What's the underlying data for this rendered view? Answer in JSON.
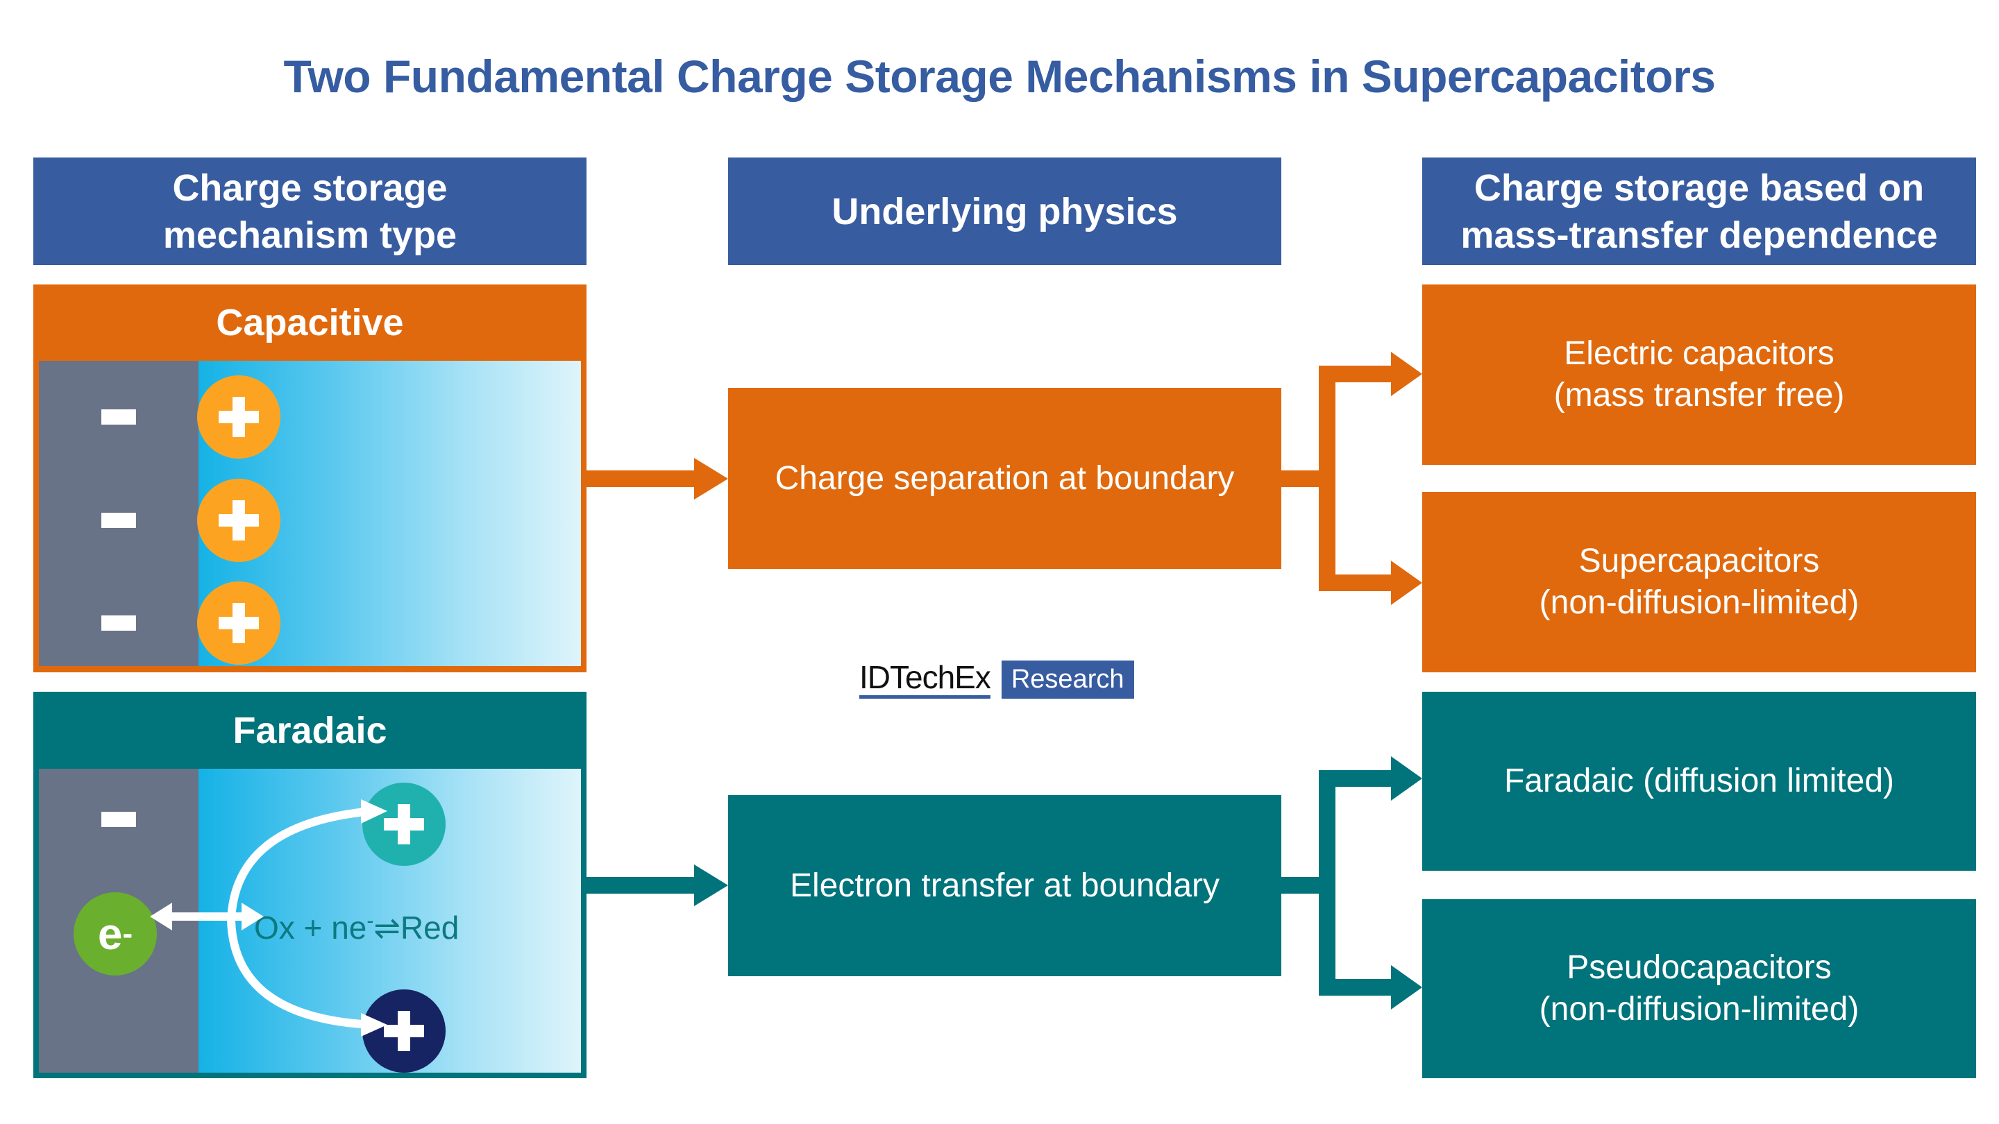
{
  "title": "Two Fundamental Charge Storage Mechanisms in Supercapacitors",
  "columns": {
    "left_header": [
      "Charge storage",
      "mechanism type"
    ],
    "middle_header": "Underlying physics",
    "right_header": [
      "Charge storage based on",
      "mass-transfer dependence"
    ]
  },
  "capacitive": {
    "label": "Capacitive",
    "electrode_charges": [
      "minus",
      "minus",
      "minus"
    ],
    "electrolyte_ions": [
      "plus",
      "plus",
      "plus"
    ],
    "physics": "Charge separation at boundary",
    "outcomes": [
      {
        "line1": "Electric capacitors",
        "line2": "(mass transfer free)"
      },
      {
        "line1": "Supercapacitors",
        "line2": "(non-diffusion-limited)"
      }
    ]
  },
  "faradaic": {
    "label": "Faradaic",
    "electron_label": "e",
    "electron_sup": "-",
    "equation": {
      "ox": "Ox + ne",
      "sup": "-",
      "arrow": "⇌",
      "red": "Red"
    },
    "physics": "Electron transfer at boundary",
    "outcomes": [
      {
        "line1": "Faradaic (diffusion limited)",
        "line2": ""
      },
      {
        "line1": "Pseudocapacitors",
        "line2": "(non-diffusion-limited)"
      }
    ]
  },
  "logo": {
    "brand": "IDTechEx",
    "badge": "Research"
  },
  "colors": {
    "title_blue": "#365ca1",
    "header_blue": "#385ca0",
    "capacitive_orange": "#e0690e",
    "faradaic_teal": "#00737b",
    "ion_orange": "#fca422",
    "ion_teal": "#20b1ae",
    "ion_navy": "#172463",
    "electron_green": "#6aaf2e",
    "electrode_gray": "#687388"
  }
}
